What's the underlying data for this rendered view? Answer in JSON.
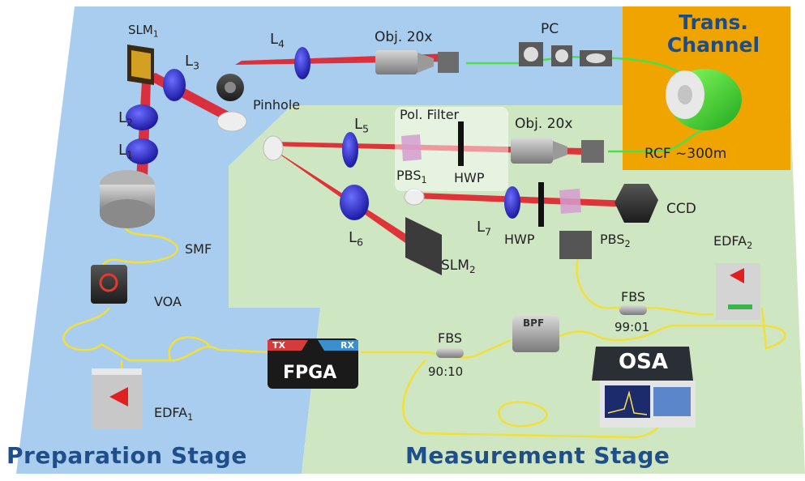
{
  "stages": {
    "preparation": "Preparation Stage",
    "measurement": "Measurement Stage",
    "channel_line1": "Trans.",
    "channel_line2": "Channel"
  },
  "labels": {
    "slm1": "SLM",
    "slm1_sub": "1",
    "l1": "L",
    "l1_sub": "1",
    "l2": "L",
    "l2_sub": "2",
    "l3": "L",
    "l3_sub": "3",
    "l4": "L",
    "l4_sub": "4",
    "l5": "L",
    "l5_sub": "5",
    "l6": "L",
    "l6_sub": "6",
    "l7": "L",
    "l7_sub": "7",
    "obj_top": "Obj. 20x",
    "obj_mid": "Obj. 20x",
    "pc": "PC",
    "pinhole": "Pinhole",
    "pol_filter": "Pol. Filter",
    "pbs1": "PBS",
    "pbs1_sub": "1",
    "hwp1": "HWP",
    "hwp2": "HWP",
    "pbs2": "PBS",
    "pbs2_sub": "2",
    "ccd": "CCD",
    "slm2": "SLM",
    "slm2_sub": "2",
    "rcf": "RCF ~300m",
    "smf": "SMF",
    "voa": "VOA",
    "edfa1": "EDFA",
    "edfa1_sub": "1",
    "edfa2": "EDFA",
    "edfa2_sub": "2",
    "fbs1": "FBS",
    "fbs1_ratio": "90:10",
    "fbs2": "FBS",
    "fbs2_ratio": "99:01",
    "bpf": "BPF",
    "osa": "OSA",
    "fpga": "FPGA",
    "tx": "TX",
    "rx": "RX"
  },
  "colors": {
    "prep_bg": "#a9cdee",
    "meas_bg": "#cfe6c3",
    "channel_bg": "#f0a400",
    "laser": "#e0202a",
    "fiber_yellow": "#f2df3a",
    "fiber_green": "#4be04b"
  }
}
